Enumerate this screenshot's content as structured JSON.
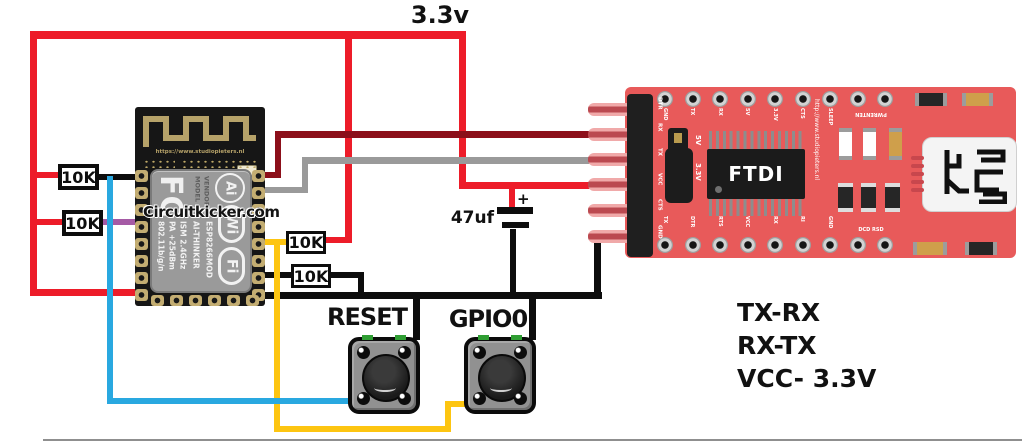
{
  "title": "3.3v",
  "components": {
    "resistors": [
      "10K",
      "10K",
      "10K",
      "10K"
    ],
    "capacitor": {
      "value": "47uf",
      "plus": "+"
    },
    "buttons": {
      "reset": "RESET",
      "gpio0": "GPIO0"
    }
  },
  "esp_module": {
    "antenna_url": "https://www.studiopieters.nl",
    "watermark": "Circuitkicker.com",
    "fcc_mark": "FC",
    "model": "MODEL",
    "vendor": "VENDOR",
    "logo": "Ai",
    "wifi": [
      "Wi",
      "Fi"
    ],
    "specs": [
      "802.11b/g/n",
      "PA  +25dBm",
      "ISM 2.4GHz",
      "AI-THINKER",
      "ESP8266MOD"
    ]
  },
  "ftdi_board": {
    "chip_label": "FTDI",
    "side_url": "http://www.studiopieters.nl",
    "header_pins": [
      "DTR",
      "RX",
      "TX",
      "VCC",
      "CTS",
      "GND"
    ],
    "top_hole_labels": [
      "GND",
      "TX",
      "RX",
      "5V",
      "3.3V",
      "CTS",
      "SLEEP"
    ],
    "pwr_label": "PWRENTEN",
    "bottom_hole_labels": [
      "TX",
      "DTR",
      "RTS",
      "VCC",
      "RX",
      "RI",
      "GND"
    ],
    "dcd_label": "DCD RSD",
    "jumper_labels": [
      "5V",
      "3.3V"
    ]
  },
  "notes": [
    "TX-RX",
    "RX-TX",
    "VCC- 3.3V"
  ],
  "colors": {
    "wire_red": "#ed1c29",
    "wire_maroon": "#8c0f1a",
    "wire_gray": "#9a9a9a",
    "wire_blue": "#29a8e0",
    "wire_yellow": "#fdc511",
    "wire_purple": "#a55aa5",
    "wire_black": "#0d0d0d",
    "ftdi_pcb": "#e85a5a",
    "esp_pcb": "#161616",
    "pad_gold": "#c3ad72",
    "shield_gray": "#9a9a9a"
  }
}
